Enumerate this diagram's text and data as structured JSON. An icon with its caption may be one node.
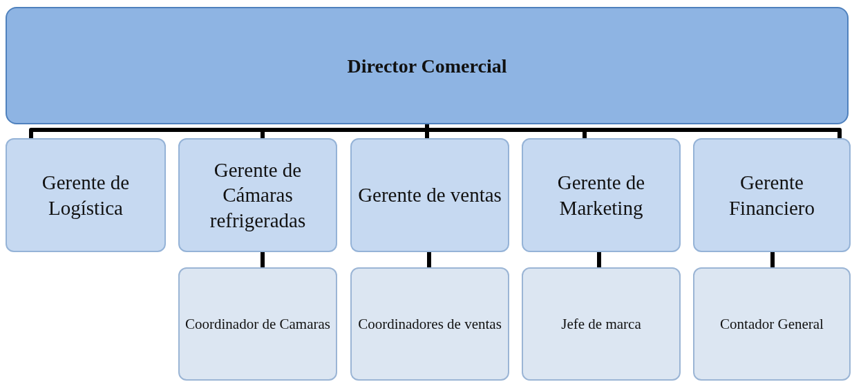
{
  "diagram": {
    "nodes": [
      {
        "text": [
          "Director Comercial"
        ]
      },
      {
        "text": [
          "Gerente de Logística"
        ]
      },
      {
        "text": [
          "Gerente de Cámaras refrigeradas"
        ]
      },
      {
        "text": [
          "Gerente de ventas"
        ]
      },
      {
        "text": [
          "Gerente de Marketing"
        ]
      },
      {
        "text": [
          "Gerente Financiero"
        ]
      },
      {
        "text": [
          "Coordinador de Camaras"
        ]
      },
      {
        "text": [
          "Coordinadores de ventas"
        ]
      },
      {
        "text": [
          "Jefe de marca"
        ]
      },
      {
        "text": [
          "Contador General"
        ]
      }
    ],
    "edges": [
      {
        "from": 0,
        "to": 1,
        "arrow": "none"
      },
      {
        "from": 0,
        "to": 2,
        "arrow": "none"
      },
      {
        "from": 0,
        "to": 3,
        "arrow": "none"
      },
      {
        "from": 0,
        "to": 4,
        "arrow": "none"
      },
      {
        "from": 0,
        "to": 5,
        "arrow": "none"
      },
      {
        "from": 2,
        "to": 6,
        "arrow": "none"
      },
      {
        "from": 3,
        "to": 7,
        "arrow": "none"
      },
      {
        "from": 4,
        "to": 8,
        "arrow": "none"
      },
      {
        "from": 5,
        "to": 9,
        "arrow": "none"
      }
    ]
  }
}
